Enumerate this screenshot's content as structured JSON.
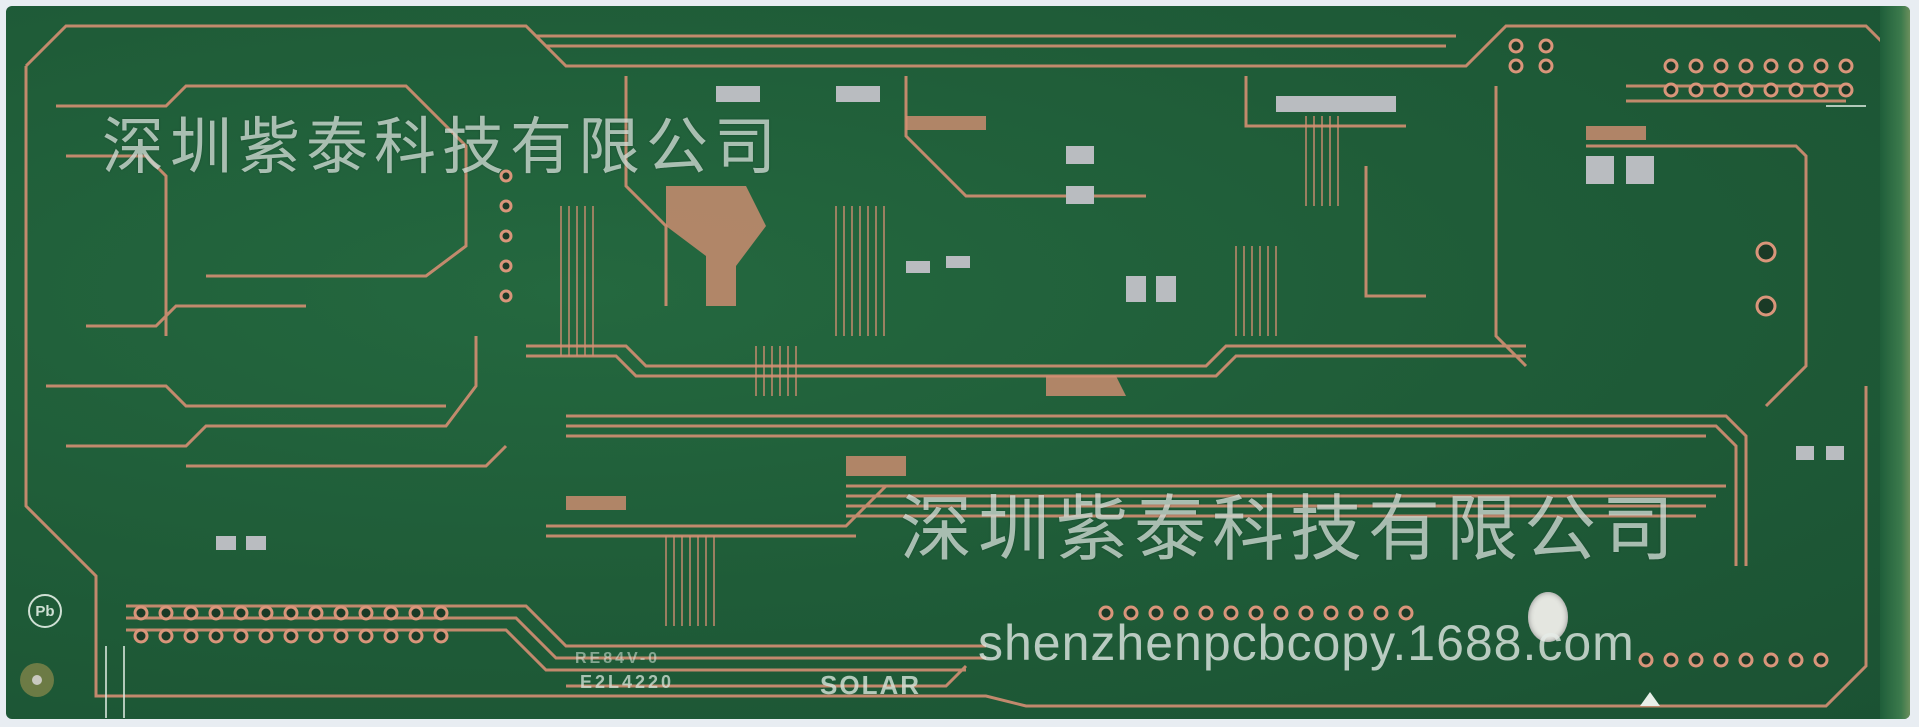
{
  "image": {
    "subject": "green printed circuit board (PCB) with copper traces, bare top view",
    "board_color": "#1f5e3a",
    "copper_color": "#d9957a",
    "pad_color": "#b9bcc0",
    "silkscreen_color": "#d8e6dc"
  },
  "watermarks": {
    "chinese_top": "深圳紫泰科技有限公司",
    "chinese_bottom": "深圳紫泰科技有限公司",
    "url": "shenzhenpcbcopy.1688.com"
  },
  "silkscreen": {
    "lead_free_logo": "Pb",
    "part_number_top": "RE84V-0",
    "part_number_bottom": "E2L4220",
    "brand_fragment": "SOLAR"
  }
}
